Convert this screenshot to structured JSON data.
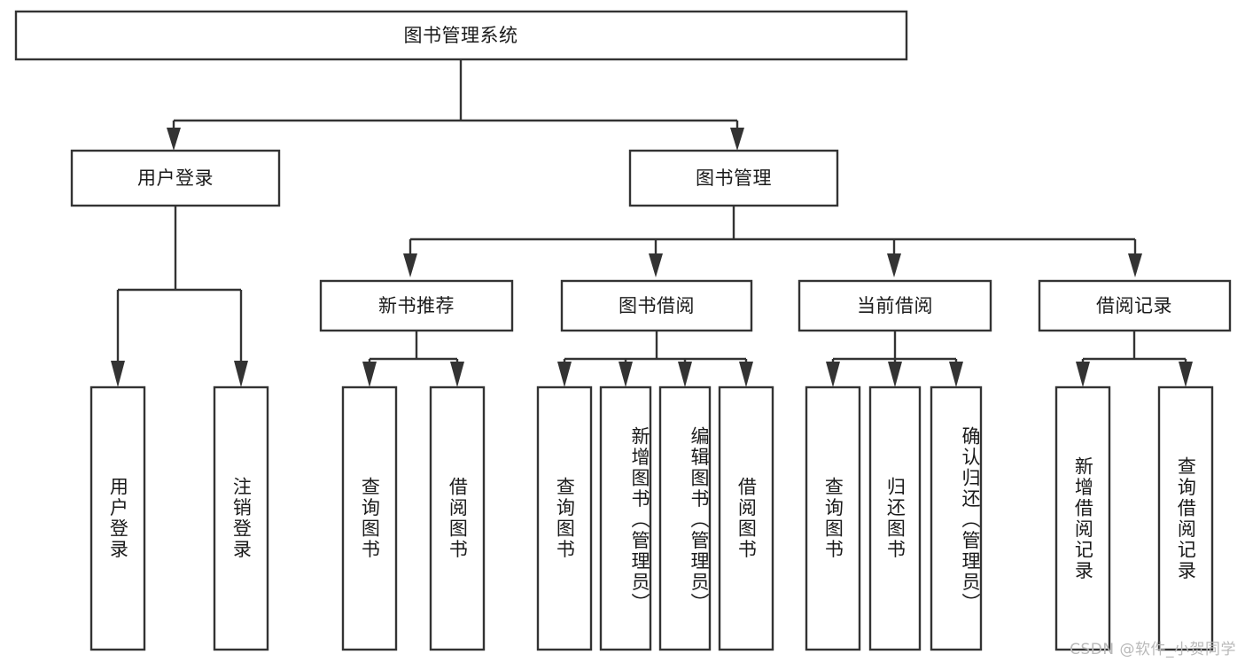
{
  "diagram": {
    "type": "tree-hierarchy",
    "title": "图书管理系统",
    "orientation": "top-down",
    "stroke_color": "#333333",
    "fill_color": "#ffffff",
    "text_color": "#1a1a1a",
    "levels": {
      "root": {
        "label": "图书管理系统"
      },
      "level2": [
        {
          "label": "用户登录"
        },
        {
          "label": "图书管理"
        }
      ],
      "level3": [
        {
          "label": "新书推荐"
        },
        {
          "label": "图书借阅"
        },
        {
          "label": "当前借阅"
        },
        {
          "label": "借阅记录"
        }
      ],
      "leaves": [
        {
          "label": "用户登录",
          "parent": "用户登录"
        },
        {
          "label": "注销登录",
          "parent": "用户登录"
        },
        {
          "label": "查询图书",
          "parent": "新书推荐"
        },
        {
          "label": "借阅图书",
          "parent": "新书推荐"
        },
        {
          "label": "查询图书",
          "parent": "图书借阅"
        },
        {
          "label": "新增图书（管理员）",
          "parent": "图书借阅"
        },
        {
          "label": "编辑图书（管理员）",
          "parent": "图书借阅"
        },
        {
          "label": "借阅图书",
          "parent": "图书借阅"
        },
        {
          "label": "查询图书",
          "parent": "当前借阅"
        },
        {
          "label": "归还图书",
          "parent": "当前借阅"
        },
        {
          "label": "确认归还（管理员）",
          "parent": "当前借阅"
        },
        {
          "label": "新增借阅记录",
          "parent": "借阅记录"
        },
        {
          "label": "查询借阅记录",
          "parent": "借阅记录"
        }
      ]
    }
  },
  "watermark": {
    "text": "CSDN @软件_小贺同学"
  }
}
